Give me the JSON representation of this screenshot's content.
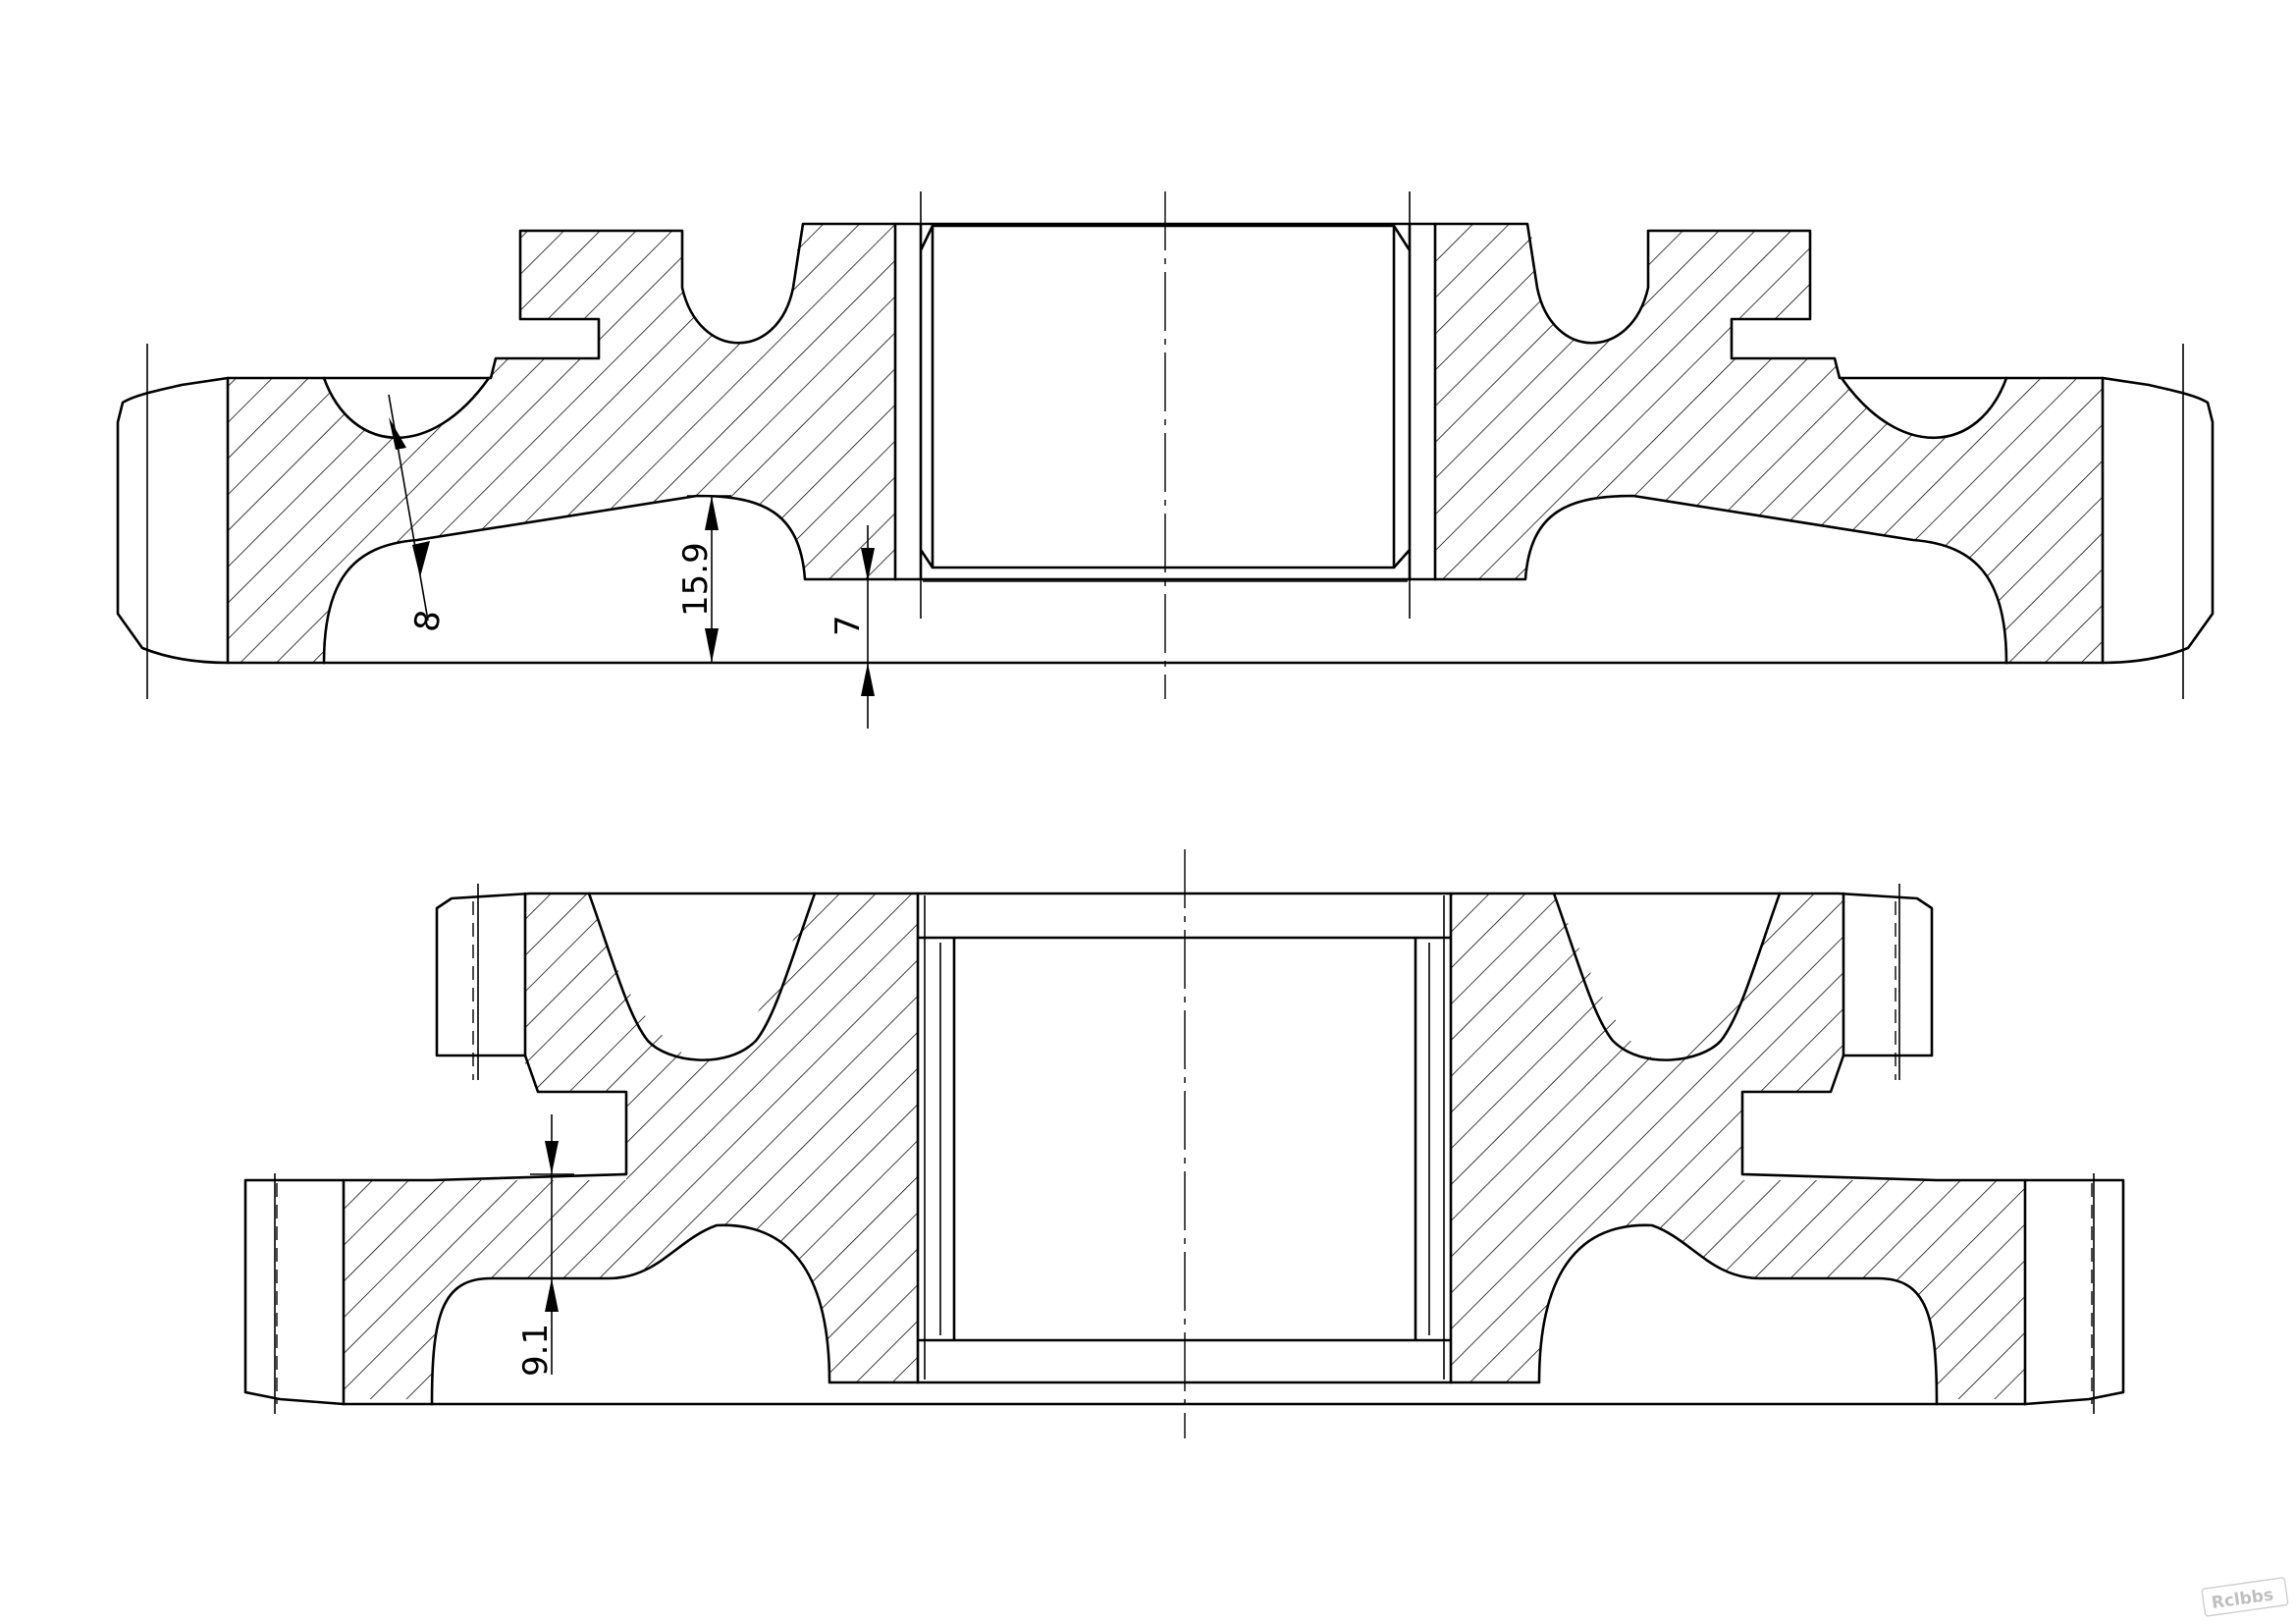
{
  "dimensions": {
    "fillet_radius": "8",
    "web_height": "15.9",
    "base_thickness": "7",
    "step_height": "9.1"
  },
  "watermark": "Rclbbs"
}
